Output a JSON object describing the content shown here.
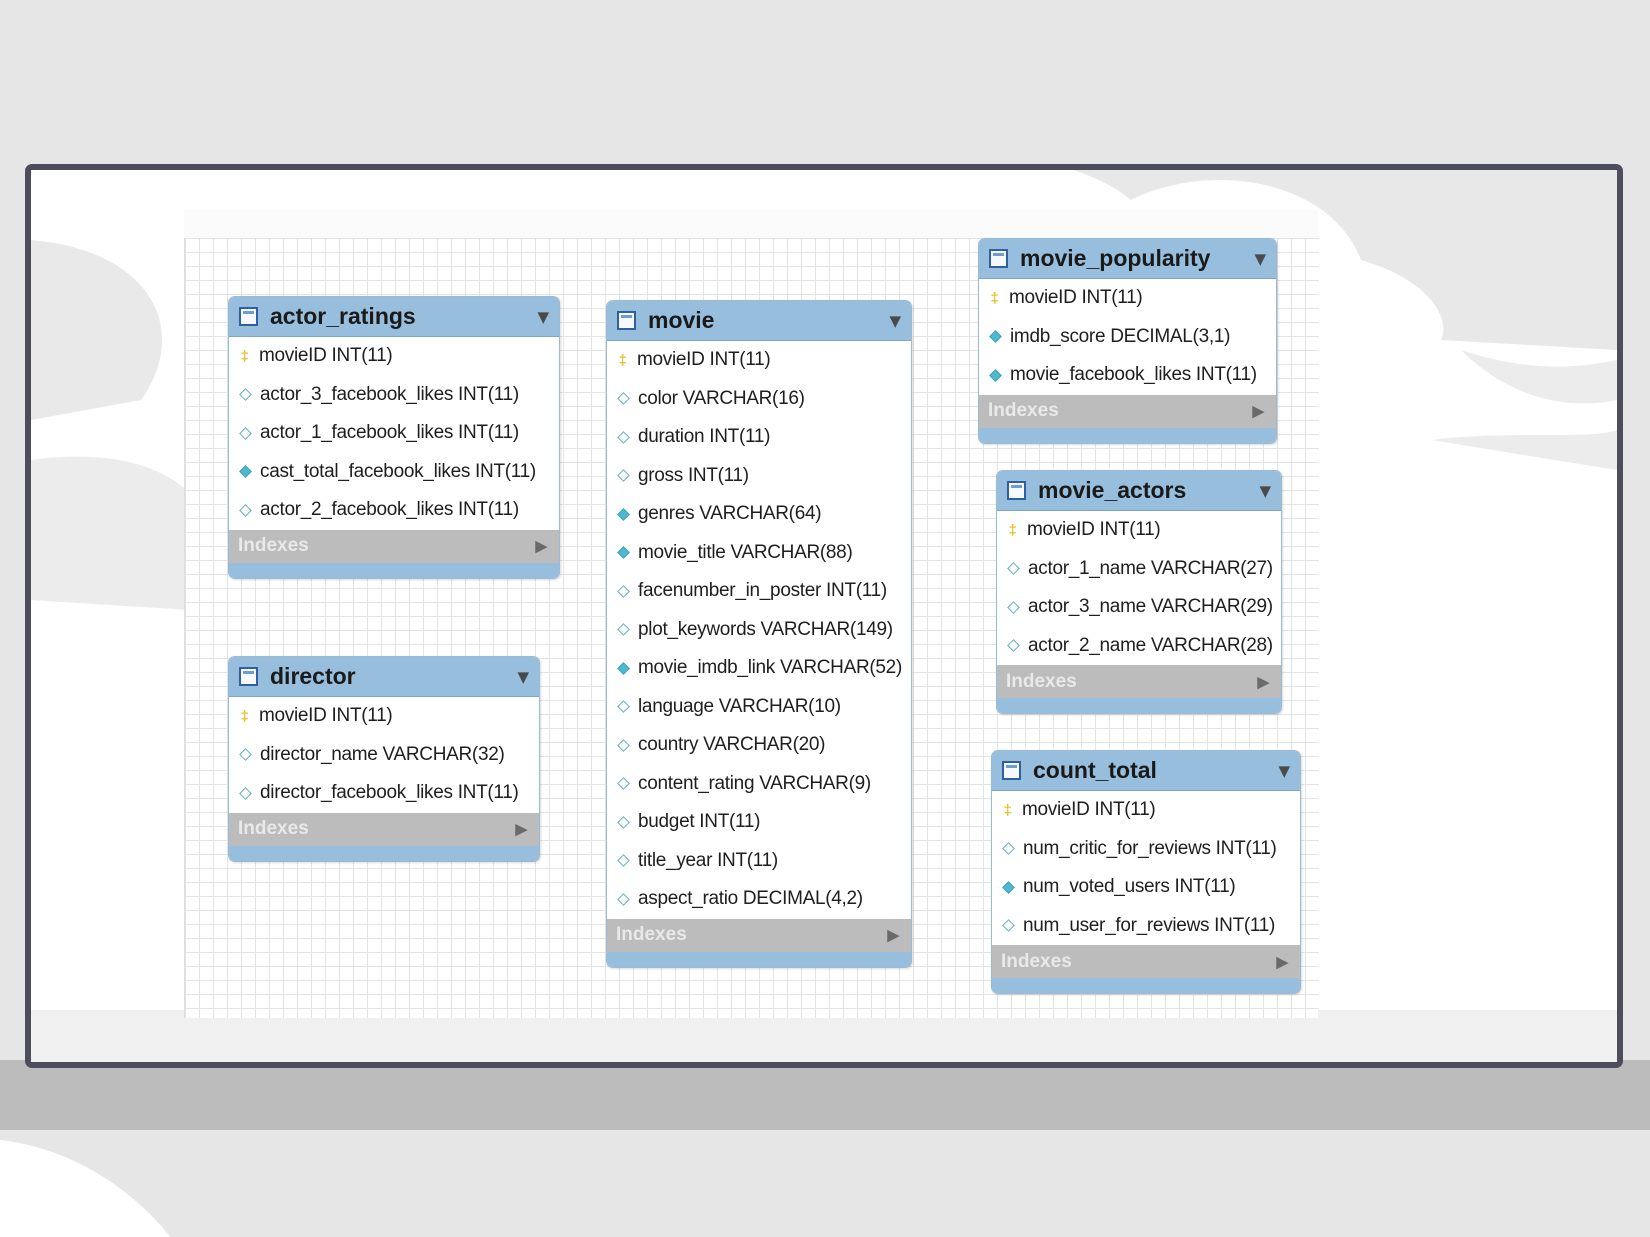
{
  "tables": [
    {
      "name": "actor_ratings",
      "columns": [
        {
          "text": "movieID INT(11)",
          "icon": "key-icon"
        },
        {
          "text": "actor_3_facebook_likes INT(11)",
          "icon": "diamond-outline-icon"
        },
        {
          "text": "actor_1_facebook_likes INT(11)",
          "icon": "diamond-outline-icon"
        },
        {
          "text": "cast_total_facebook_likes INT(11)",
          "icon": "diamond-filled-icon"
        },
        {
          "text": "actor_2_facebook_likes INT(11)",
          "icon": "diamond-outline-icon"
        }
      ],
      "indexes_label": "Indexes"
    },
    {
      "name": "director",
      "columns": [
        {
          "text": "movieID INT(11)",
          "icon": "key-icon"
        },
        {
          "text": "director_name VARCHAR(32)",
          "icon": "diamond-outline-icon"
        },
        {
          "text": "director_facebook_likes INT(11)",
          "icon": "diamond-outline-icon"
        }
      ],
      "indexes_label": "Indexes"
    },
    {
      "name": "movie",
      "columns": [
        {
          "text": "movieID INT(11)",
          "icon": "key-icon"
        },
        {
          "text": "color VARCHAR(16)",
          "icon": "diamond-outline-icon"
        },
        {
          "text": "duration INT(11)",
          "icon": "diamond-outline-icon"
        },
        {
          "text": "gross INT(11)",
          "icon": "diamond-outline-icon"
        },
        {
          "text": "genres VARCHAR(64)",
          "icon": "diamond-filled-icon"
        },
        {
          "text": "movie_title VARCHAR(88)",
          "icon": "diamond-filled-icon"
        },
        {
          "text": "facenumber_in_poster INT(11)",
          "icon": "diamond-outline-icon"
        },
        {
          "text": "plot_keywords VARCHAR(149)",
          "icon": "diamond-outline-icon"
        },
        {
          "text": "movie_imdb_link VARCHAR(52)",
          "icon": "diamond-filled-icon"
        },
        {
          "text": "language VARCHAR(10)",
          "icon": "diamond-outline-icon"
        },
        {
          "text": "country VARCHAR(20)",
          "icon": "diamond-outline-icon"
        },
        {
          "text": "content_rating VARCHAR(9)",
          "icon": "diamond-outline-icon"
        },
        {
          "text": "budget INT(11)",
          "icon": "diamond-outline-icon"
        },
        {
          "text": "title_year INT(11)",
          "icon": "diamond-outline-icon"
        },
        {
          "text": "aspect_ratio DECIMAL(4,2)",
          "icon": "diamond-outline-icon"
        }
      ],
      "indexes_label": "Indexes"
    },
    {
      "name": "movie_popularity",
      "columns": [
        {
          "text": "movieID INT(11)",
          "icon": "key-icon"
        },
        {
          "text": "imdb_score DECIMAL(3,1)",
          "icon": "diamond-filled-icon"
        },
        {
          "text": "movie_facebook_likes INT(11)",
          "icon": "diamond-filled-icon"
        }
      ],
      "indexes_label": "Indexes"
    },
    {
      "name": "movie_actors",
      "columns": [
        {
          "text": "movieID INT(11)",
          "icon": "key-icon"
        },
        {
          "text": "actor_1_name VARCHAR(27)",
          "icon": "diamond-outline-icon"
        },
        {
          "text": "actor_3_name VARCHAR(29)",
          "icon": "diamond-outline-icon"
        },
        {
          "text": "actor_2_name VARCHAR(28)",
          "icon": "diamond-outline-icon"
        }
      ],
      "indexes_label": "Indexes"
    },
    {
      "name": "count_total",
      "columns": [
        {
          "text": "movieID INT(11)",
          "icon": "key-icon"
        },
        {
          "text": "num_critic_for_reviews INT(11)",
          "icon": "diamond-outline-icon"
        },
        {
          "text": "num_voted_users INT(11)",
          "icon": "diamond-filled-icon"
        },
        {
          "text": "num_user_for_reviews INT(11)",
          "icon": "diamond-outline-icon"
        }
      ],
      "indexes_label": "Indexes"
    }
  ]
}
